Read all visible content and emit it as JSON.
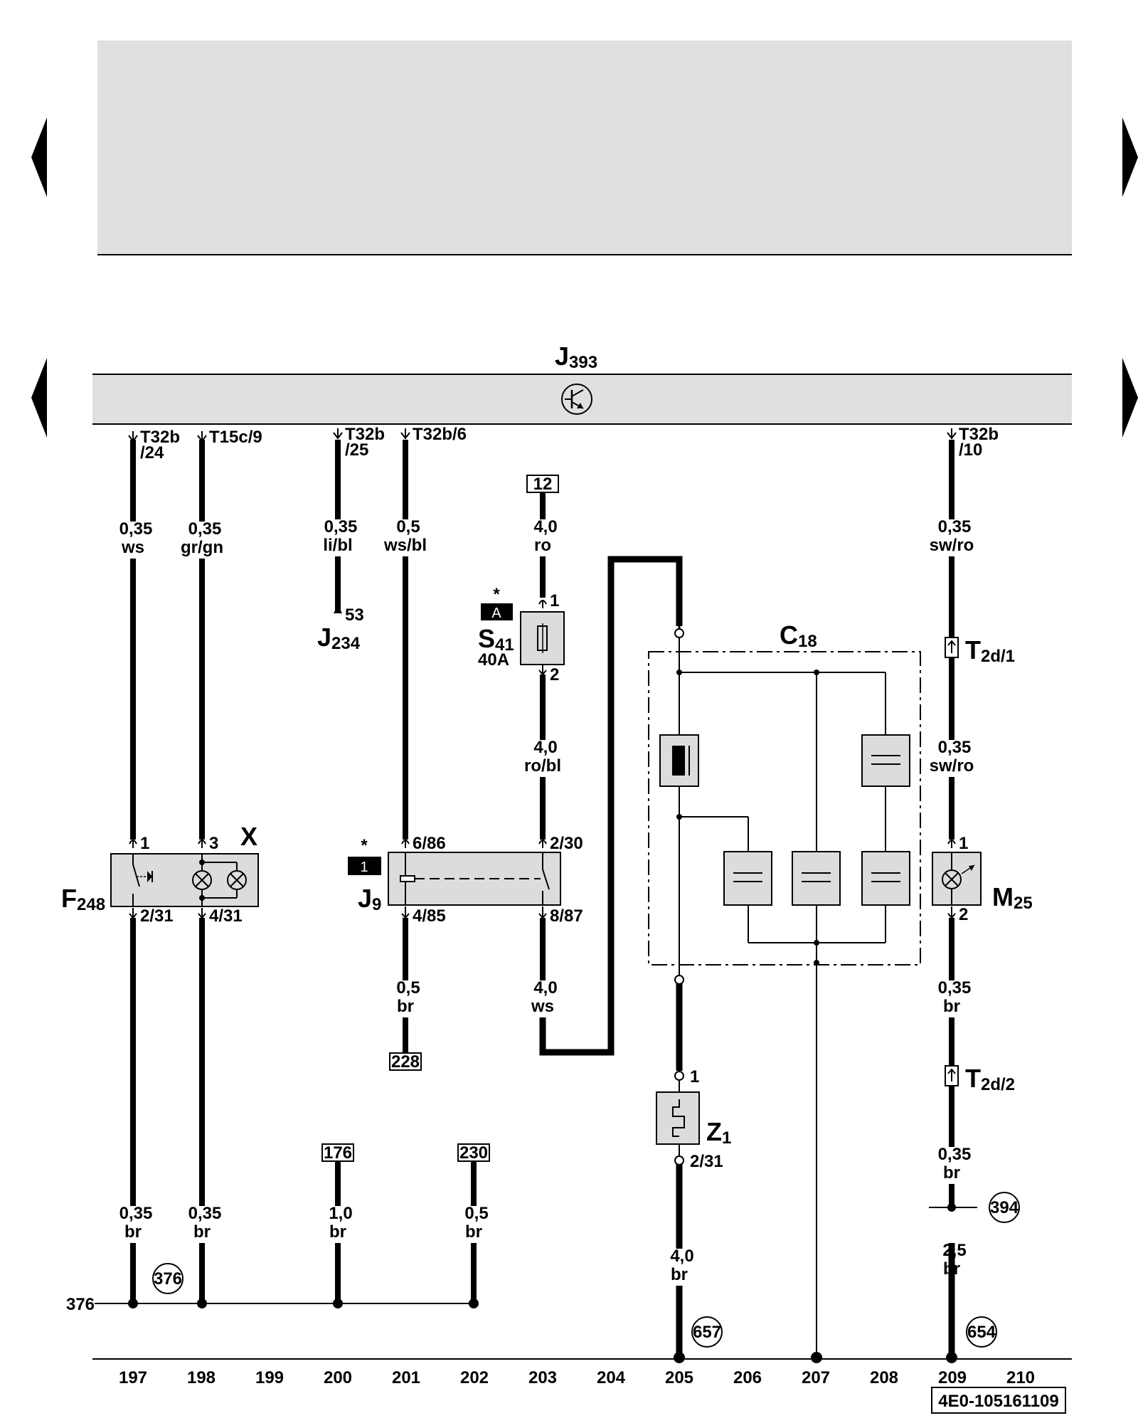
{
  "nav": {
    "prev_arrow_icon": "triangle-left-icon",
    "next_arrow_icon": "triangle-right-icon"
  },
  "module": {
    "letter": "J",
    "sub": "393",
    "icon": "transistor-icon"
  },
  "connectors": {
    "c197": {
      "line1": "T32b",
      "line2": "/24"
    },
    "c198": {
      "line1": "T15c/9"
    },
    "c200": {
      "line1": "T32b",
      "line2": "/25"
    },
    "c201": {
      "line1": "T32b/6"
    },
    "c209": {
      "line1": "T32b",
      "line2": "/10"
    }
  },
  "wires": {
    "w197a": {
      "size": "0,35",
      "color": "ws"
    },
    "w198a": {
      "size": "0,35",
      "color": "gr/gn"
    },
    "w200a": {
      "size": "0,35",
      "color": "li/bl"
    },
    "w201a": {
      "size": "0,5",
      "color": "ws/bl"
    },
    "w203a": {
      "size": "4,0",
      "color": "ro"
    },
    "w203b": {
      "size": "4,0",
      "color": "ro/bl"
    },
    "w203c": {
      "size": "4,0",
      "color": "ws"
    },
    "w201b": {
      "size": "0,5",
      "color": "br"
    },
    "w209a": {
      "size": "0,35",
      "color": "sw/ro"
    },
    "w209b": {
      "size": "0,35",
      "color": "sw/ro"
    },
    "w209c": {
      "size": "0,35",
      "color": "br"
    },
    "w209d": {
      "size": "0,35",
      "color": "br"
    },
    "w209e": {
      "size": "2,5",
      "color": "br"
    },
    "w197b": {
      "size": "0,35",
      "color": "br"
    },
    "w198b": {
      "size": "0,35",
      "color": "br"
    },
    "w200b": {
      "size": "1,0",
      "color": "br"
    },
    "w202b": {
      "size": "0,5",
      "color": "br"
    },
    "w205b": {
      "size": "4,0",
      "color": "br"
    }
  },
  "refs": {
    "r12": "12",
    "r228": "228",
    "r176": "176",
    "r230": "230"
  },
  "components": {
    "j234": {
      "letter": "J",
      "sub": "234",
      "pin": "53"
    },
    "s41": {
      "letter": "S",
      "sub": "41",
      "rating": "40A",
      "pin_top": "1",
      "pin_bottom": "2",
      "tag": "A",
      "star": "*"
    },
    "c18": {
      "letter": "C",
      "sub": "18"
    },
    "t2d1": {
      "letter": "T",
      "sub": "2d/1"
    },
    "t2d2": {
      "letter": "T",
      "sub": "2d/2"
    },
    "f248": {
      "letter": "F",
      "sub": "248",
      "pin_top": "1",
      "pin_bottom": "2/31"
    },
    "x": {
      "letter": "X",
      "pin_top": "3",
      "pin_bottom": "4/31"
    },
    "j9": {
      "letter": "J",
      "sub": "9",
      "tag": "1",
      "star": "*",
      "pin_tl": "6/86",
      "pin_tr": "2/30",
      "pin_bl": "4/85",
      "pin_br": "8/87"
    },
    "m25": {
      "letter": "M",
      "sub": "25",
      "pin_top": "1",
      "pin_bottom": "2"
    },
    "z1": {
      "letter": "Z",
      "sub": "1",
      "pin_top": "1",
      "pin_bottom": "2/31"
    }
  },
  "grounds": {
    "bus_label": "376",
    "g376": "376",
    "g657": "657",
    "g654": "654",
    "g394": "394"
  },
  "scale": [
    "197",
    "198",
    "199",
    "200",
    "201",
    "202",
    "203",
    "204",
    "205",
    "206",
    "207",
    "208",
    "209",
    "210"
  ],
  "doc_id": "4E0-105161109",
  "colors": {
    "panel": "#e0e0e0",
    "component": "#dcdcdc",
    "ink": "#000000"
  }
}
